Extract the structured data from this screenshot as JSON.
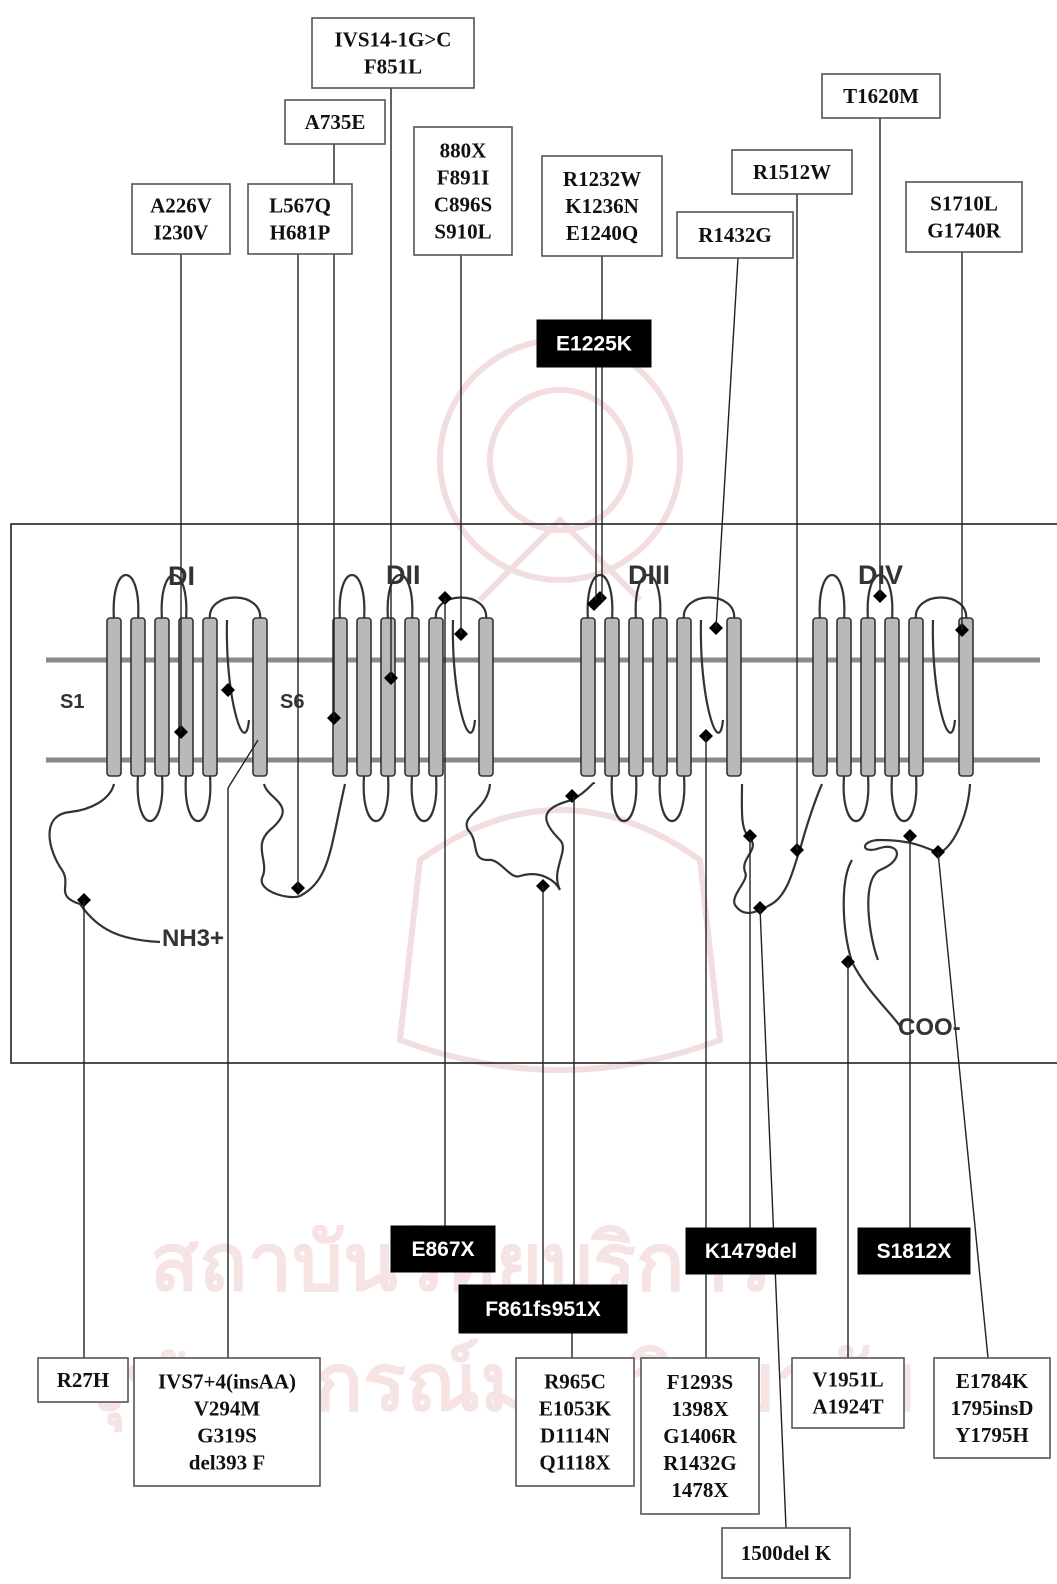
{
  "membrane": {
    "domains": [
      "DI",
      "DII",
      "DIII",
      "DIV"
    ],
    "segments": {
      "first": "S1",
      "last": "S6"
    },
    "n_terminus": "NH3+",
    "c_terminus": "COO-"
  },
  "mutations_top": [
    {
      "id": "a226v",
      "lines": [
        "A226V",
        "I230V"
      ]
    },
    {
      "id": "l567q",
      "lines": [
        "L567Q",
        "H681P"
      ]
    },
    {
      "id": "a735e",
      "lines": [
        "A735E"
      ]
    },
    {
      "id": "ivs14",
      "lines": [
        "IVS14-1G>C",
        "F851L"
      ]
    },
    {
      "id": "x880",
      "lines": [
        "880X",
        "F891I",
        "C896S",
        "S910L"
      ]
    },
    {
      "id": "r1232w",
      "lines": [
        "R1232W",
        "K1236N",
        "E1240Q"
      ]
    },
    {
      "id": "e1225k",
      "lines": [
        "E1225K"
      ],
      "highlight": true
    },
    {
      "id": "r1432g",
      "lines": [
        "R1432G"
      ]
    },
    {
      "id": "r1512w",
      "lines": [
        "R1512W"
      ]
    },
    {
      "id": "t1620m",
      "lines": [
        "T1620M"
      ]
    },
    {
      "id": "s1710l",
      "lines": [
        "S1710L",
        "G1740R"
      ]
    }
  ],
  "mutations_bottom": [
    {
      "id": "e867x",
      "lines": [
        "E867X"
      ],
      "highlight": true
    },
    {
      "id": "f861fs",
      "lines": [
        "F861fs951X"
      ],
      "highlight": true
    },
    {
      "id": "k1479del",
      "lines": [
        "K1479del"
      ],
      "highlight": true
    },
    {
      "id": "s1812x",
      "lines": [
        "S1812X"
      ],
      "highlight": true
    },
    {
      "id": "r27h",
      "lines": [
        "R27H"
      ]
    },
    {
      "id": "ivs7",
      "lines": [
        "IVS7+4(insAA)",
        "V294M",
        "G319S",
        "del393 F"
      ]
    },
    {
      "id": "r965c",
      "lines": [
        "R965C",
        "E1053K",
        "D1114N",
        "Q1118X"
      ]
    },
    {
      "id": "f1293s",
      "lines": [
        "F1293S",
        "1398X",
        "G1406R",
        "R1432G",
        "1478X"
      ]
    },
    {
      "id": "v1951l",
      "lines": [
        "V1951L",
        "A1924T"
      ]
    },
    {
      "id": "e1784k",
      "lines": [
        "E1784K",
        "1795insD",
        "Y1795H"
      ]
    },
    {
      "id": "del1500",
      "lines": [
        "1500del K"
      ]
    }
  ],
  "colors": {
    "label_box_border": "#555555",
    "highlight_fill": "#000000",
    "helix_fill": "#b9b9b9",
    "membrane_line": "#8a8a8a"
  }
}
